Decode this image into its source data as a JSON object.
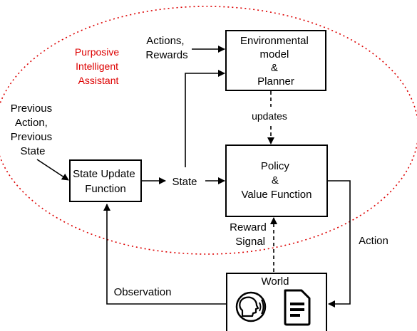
{
  "assistant_label": [
    "Purposive",
    "Intelligent",
    "Assistant"
  ],
  "prev_label": [
    "Previous",
    "Action,",
    "Previous",
    "State"
  ],
  "actions_rewards_label": [
    "Actions,",
    "Rewards"
  ],
  "env_box_label": [
    "Environmental",
    "model",
    "&",
    "Planner"
  ],
  "updates_label": "updates",
  "state_update_label": [
    "State Update",
    "Function"
  ],
  "state_label": "State",
  "policy_label": [
    "Policy",
    "&",
    "Value Function"
  ],
  "reward_label": [
    "Reward",
    "Signal"
  ],
  "action_label": "Action",
  "world_label": "World",
  "observation_label": "Observation",
  "icons": [
    "speaking-head-icon",
    "document-icon"
  ],
  "colors": {
    "assistant_boundary": "#dd0000"
  }
}
